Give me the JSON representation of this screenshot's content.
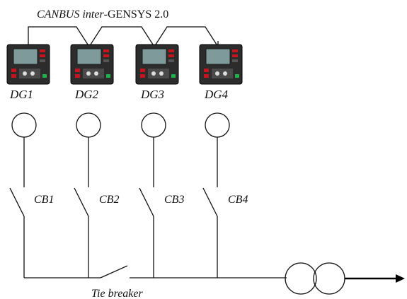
{
  "title": {
    "italic": "CANBUS inter",
    "rest": "-GENSYS 2.0"
  },
  "generators": [
    {
      "label": "DG1",
      "breaker": "CB1"
    },
    {
      "label": "DG2",
      "breaker": "CB2"
    },
    {
      "label": "DG3",
      "breaker": "CB3"
    },
    {
      "label": "DG4",
      "breaker": "CB4"
    }
  ],
  "tie_breaker_label": "Tie breaker",
  "colors": {
    "line": "#111111",
    "controller_body": "#2c2c2c",
    "controller_screen": "#7f9a9a",
    "led_red": "#c8141e",
    "led_green": "#23b04a"
  }
}
